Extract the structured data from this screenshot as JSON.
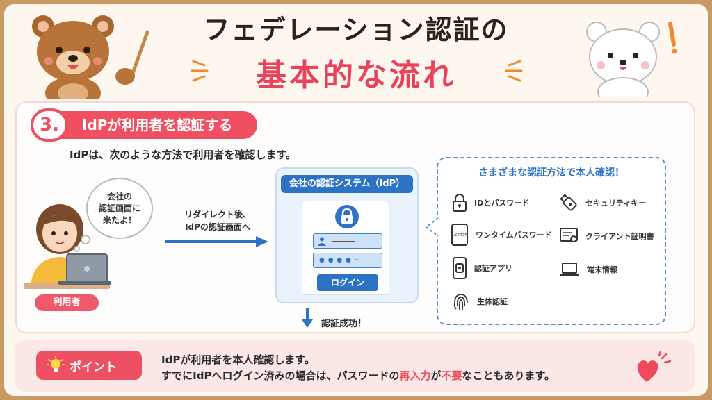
{
  "title": {
    "line1": "フェデレーション認証の",
    "line2": "基本的な流れ"
  },
  "step": {
    "number": "3.",
    "label": "IdPが利用者を認証する"
  },
  "intro": "IdPは、次のような方法で利用者を確認します。",
  "user": {
    "bubble_lines": [
      "会社の",
      "認証画面に",
      "来たよ！"
    ],
    "tag": "利用者"
  },
  "redirect": {
    "lines": [
      "リダイレクト後、",
      "IdPの認証画面へ"
    ]
  },
  "idp": {
    "title": "会社の認証システム（IdP）",
    "login_button": "ログイン",
    "success": "認証成功！"
  },
  "methods": {
    "title": "さまざまな認証方法で本人確認！",
    "items": [
      {
        "label": "IDとパスワード",
        "icon": "padlock-icon"
      },
      {
        "label": "セキュリティキー",
        "icon": "usb-key-icon"
      },
      {
        "label": "ワンタイムパスワード",
        "icon": "phone-otp-icon",
        "code": "123456"
      },
      {
        "label": "クライアント証明書",
        "icon": "certificate-icon"
      },
      {
        "label": "認証アプリ",
        "icon": "phone-app-icon"
      },
      {
        "label": "端末情報",
        "icon": "laptop-icon"
      },
      {
        "label": "生体認証",
        "icon": "fingerprint-icon"
      }
    ]
  },
  "point": {
    "tag": "ポイント",
    "line1": "IdPが利用者を本人確認します。",
    "line2_pre": "すでにIdPへログイン済みの場合は、パスワードの",
    "line2_hl1": "再入力",
    "line2_mid": "が",
    "line2_hl2": "不要",
    "line2_post": "なこともあります。"
  },
  "colors": {
    "accent": "#ef4f61",
    "blue": "#2c73c6",
    "frame": "#c79a63"
  }
}
